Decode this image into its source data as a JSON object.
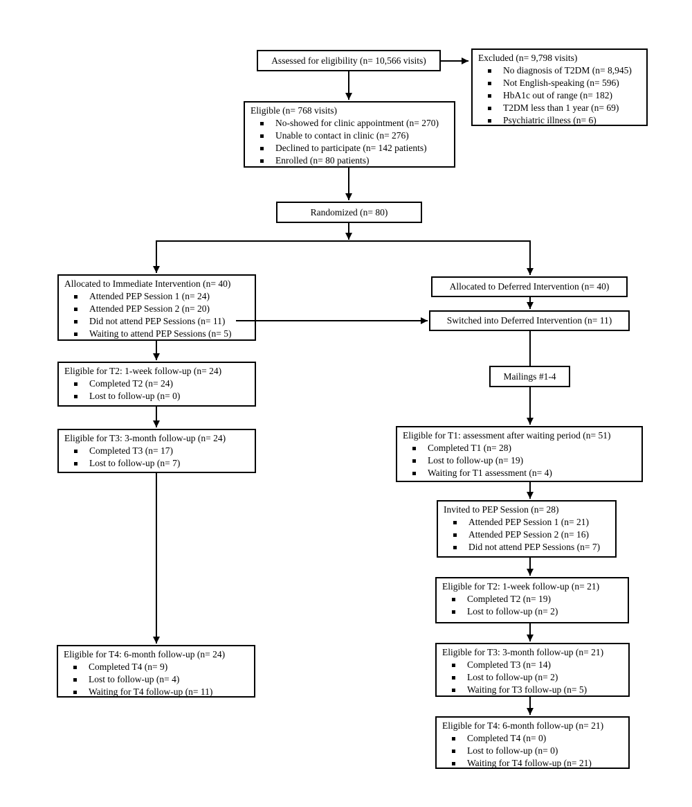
{
  "figure": {
    "type": "consort-flow-diagram",
    "colors": {
      "box_border": "#000000",
      "box_background": "#ffffff",
      "line": "#000000",
      "text": "#000000"
    }
  },
  "boxes": {
    "assessed": {
      "title": "Assessed for eligibility (n= 10,566 visits)"
    },
    "excluded": {
      "title": "Excluded (n= 9,798 visits)",
      "items": [
        "No diagnosis of T2DM (n= 8,945)",
        "Not English-speaking (n= 596)",
        "HbA1c out of range (n= 182)",
        "T2DM less than 1 year (n= 69)",
        "Psychiatric illness (n= 6)"
      ]
    },
    "eligible": {
      "title": "Eligible (n= 768 visits)",
      "items": [
        "No-showed for clinic appointment (n= 270)",
        "Unable to contact in clinic (n= 276)",
        "Declined to participate (n= 142 patients)",
        "Enrolled (n= 80 patients)"
      ]
    },
    "randomized": {
      "title": "Randomized (n= 80)"
    },
    "alloc_immediate": {
      "title": "Allocated to Immediate Intervention (n= 40)",
      "items": [
        "Attended PEP Session 1 (n= 24)",
        "Attended PEP Session 2 (n= 20)",
        "Did not attend PEP Sessions (n= 11)",
        "Waiting to attend PEP Sessions (n= 5)"
      ]
    },
    "alloc_deferred": {
      "title": "Allocated to Deferred Intervention (n= 40)"
    },
    "switched": {
      "title": "Switched into Deferred Intervention (n= 11)"
    },
    "left_t2": {
      "title": "Eligible for T2: 1-week follow-up (n= 24)",
      "items": [
        "Completed T2 (n= 24)",
        "Lost to follow-up (n= 0)"
      ]
    },
    "left_t3": {
      "title": "Eligible for T3: 3-month follow-up (n= 24)",
      "items": [
        "Completed T3 (n= 17)",
        "Lost to follow-up (n= 7)"
      ]
    },
    "left_t4": {
      "title": "Eligible for T4: 6-month follow-up (n= 24)",
      "items": [
        "Completed T4 (n= 9)",
        "Lost to follow-up (n= 4)",
        "Waiting for T4 follow-up (n= 11)"
      ]
    },
    "mailings": {
      "title": "Mailings #1-4"
    },
    "right_t1": {
      "title": "Eligible for T1: assessment after waiting period (n= 51)",
      "items": [
        "Completed T1 (n= 28)",
        "Lost to follow-up (n= 19)",
        "Waiting for T1 assessment (n= 4)"
      ]
    },
    "invited_pep": {
      "title": "Invited to PEP Session (n= 28)",
      "items": [
        "Attended PEP Session 1 (n= 21)",
        "Attended PEP Session 2 (n= 16)",
        "Did not attend PEP Sessions (n= 7)"
      ]
    },
    "right_t2": {
      "title": "Eligible for T2: 1-week follow-up (n= 21)",
      "items": [
        "Completed T2 (n= 19)",
        "Lost to follow-up (n= 2)"
      ]
    },
    "right_t3": {
      "title": "Eligible for T3: 3-month follow-up (n= 21)",
      "items": [
        "Completed T3 (n= 14)",
        "Lost to follow-up (n= 2)",
        "Waiting for T3 follow-up (n= 5)"
      ]
    },
    "right_t4": {
      "title": "Eligible for T4: 6-month follow-up (n= 21)",
      "items": [
        "Completed T4 (n= 0)",
        "Lost to follow-up (n= 0)",
        "Waiting for T4 follow-up (n= 21)"
      ]
    }
  }
}
